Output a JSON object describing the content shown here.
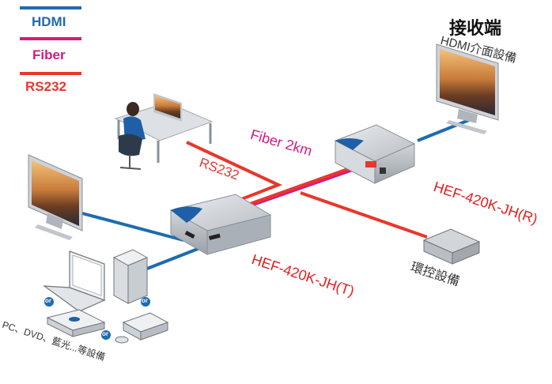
{
  "legend": {
    "items": [
      {
        "label": "HDMI",
        "color": "#1e6bb0"
      },
      {
        "label": "Fiber",
        "color": "#d6197e"
      },
      {
        "label": "RS232",
        "color": "#e8372c"
      }
    ]
  },
  "labels": {
    "receiver_title": "接收端",
    "receiver_sub": "HDMI介面設備",
    "fiber_distance": "Fiber 2km",
    "rs232": "RS232",
    "transmitter_model": "HEF-420K-JH(T)",
    "receiver_model": "HEF-420K-JH(R)",
    "control_device": "環控設備",
    "sources": "PC、DVD、藍光...等設備",
    "or": "or"
  },
  "colors": {
    "hdmi": "#1e6bb0",
    "fiber": "#d6197e",
    "rs232": "#e8372c",
    "box_blue": "#1f5fa8",
    "model_text": "#e02020"
  },
  "icons": [
    "monitor-icon",
    "user-at-desk-icon",
    "transmitter-box-icon",
    "receiver-box-icon",
    "laptop-icon",
    "pc-tower-icon",
    "bluray-player-icon",
    "game-console-icon",
    "control-device-icon"
  ]
}
